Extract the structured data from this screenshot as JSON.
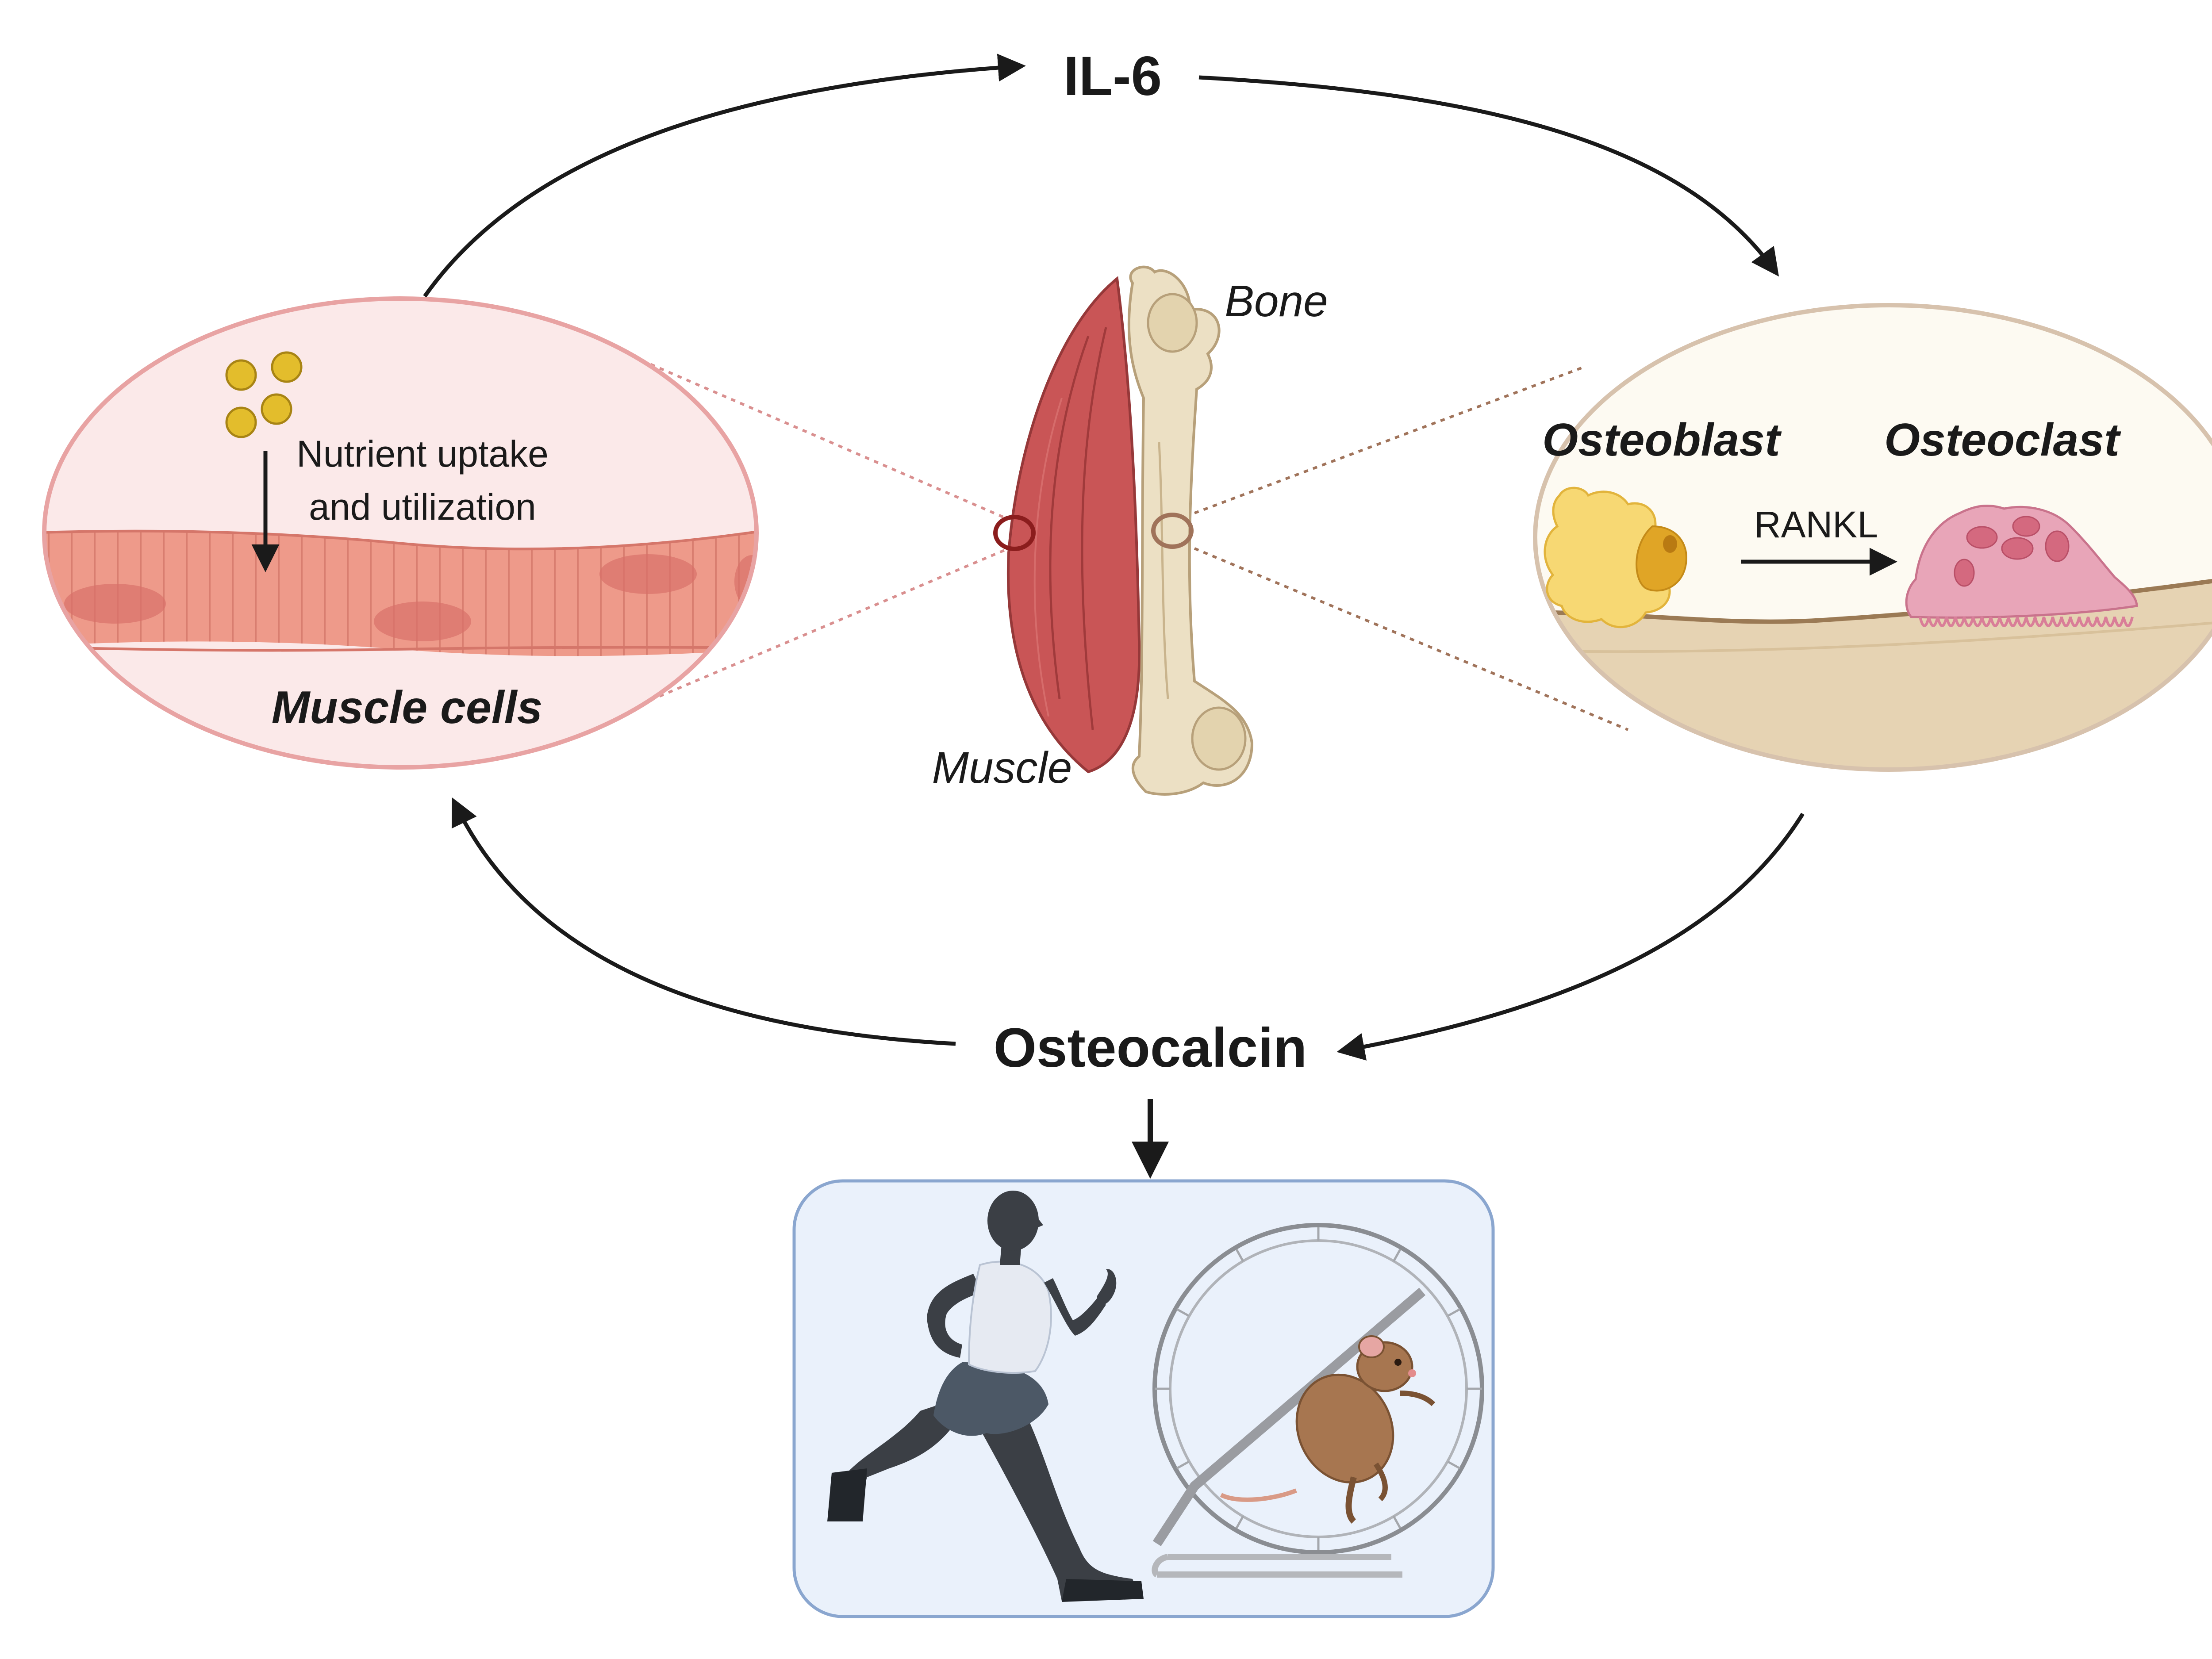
{
  "labels": {
    "il6": "IL-6",
    "osteocalcin": "Osteocalcin",
    "bone": "Bone",
    "muscle": "Muscle",
    "muscle_cells": "Muscle cells",
    "nutrient_line1": "Nutrient uptake",
    "nutrient_line2": "and utilization",
    "osteoblast": "Osteoblast",
    "osteoclast": "Osteoclast",
    "rankl": "RANKL"
  },
  "colors": {
    "arrow": "#1a1a1a",
    "muscle_oval_fill": "#fbe9e9",
    "muscle_oval_stroke": "#e8a3a3",
    "muscle_fiber": "#ee9a8a",
    "bone_oval_fill": "#fdfaf2",
    "bone_oval_stroke": "#d7c2ad",
    "bone_matrix": "#e6d3b3",
    "osteoblast": "#f7d873",
    "osteoclast": "#e8a5b8",
    "exercise_box_fill": "#eaf1fb",
    "exercise_box_stroke": "#8aa6cf"
  }
}
